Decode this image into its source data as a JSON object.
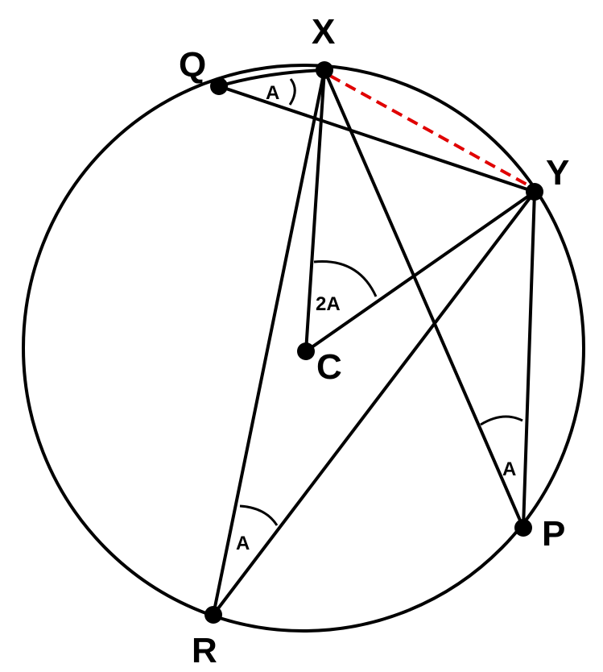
{
  "diagram": {
    "points": {
      "X": "X",
      "Y": "Y",
      "Q": "Q",
      "P": "P",
      "R": "R",
      "C": "C"
    },
    "angles": {
      "at_x_on_q": "A",
      "at_center": "2A",
      "at_p": "A",
      "at_r": "A"
    },
    "colors": {
      "stroke": "#000000",
      "chord_xy": "#e00000"
    }
  }
}
